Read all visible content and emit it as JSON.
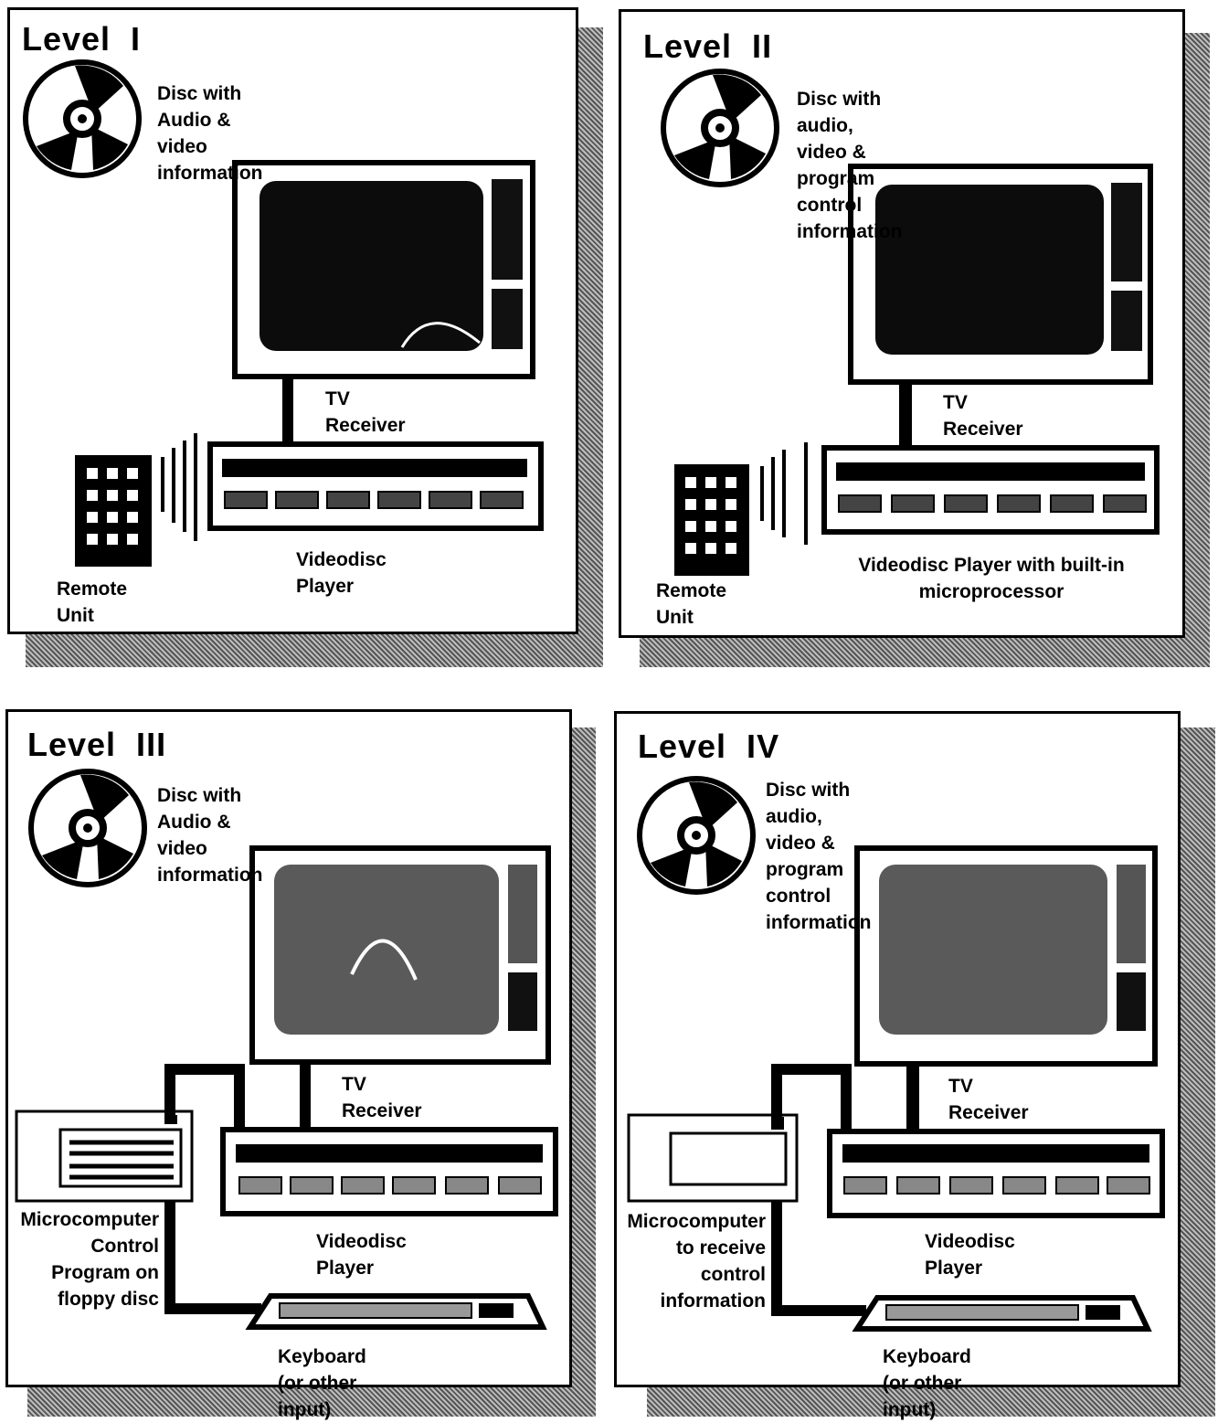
{
  "panels": [
    {
      "title": "Level  I",
      "disc_text": [
        "Disc with Audio & video",
        "information"
      ],
      "tv_label": "TV Receiver",
      "player_label": [
        "Videodisc Player"
      ],
      "remote_label": "Remote Unit"
    },
    {
      "title": "Level  II",
      "disc_text": [
        "Disc with audio, video &",
        "program control information"
      ],
      "tv_label": "TV Receiver",
      "player_label": [
        "Videodisc Player with built-in",
        "microprocessor"
      ],
      "remote_label": "Remote Unit"
    },
    {
      "title": "Level  III",
      "disc_text": [
        "Disc with Audio & video",
        "information"
      ],
      "tv_label": "TV Receiver",
      "player_label": [
        "Videodisc Player"
      ],
      "computer_label": [
        "Microcomputer",
        "Control",
        "Program on",
        "floppy disc"
      ],
      "keyboard_label": "Keyboard (or other input)"
    },
    {
      "title": "Level  IV",
      "disc_text": [
        "Disc with audio, video &",
        "program control information"
      ],
      "tv_label": "TV Receiver",
      "player_label": [
        "Videodisc Player"
      ],
      "computer_label": [
        "Microcomputer",
        "to receive",
        "control",
        "information"
      ],
      "keyboard_label": "Keyboard (or other input)"
    }
  ]
}
